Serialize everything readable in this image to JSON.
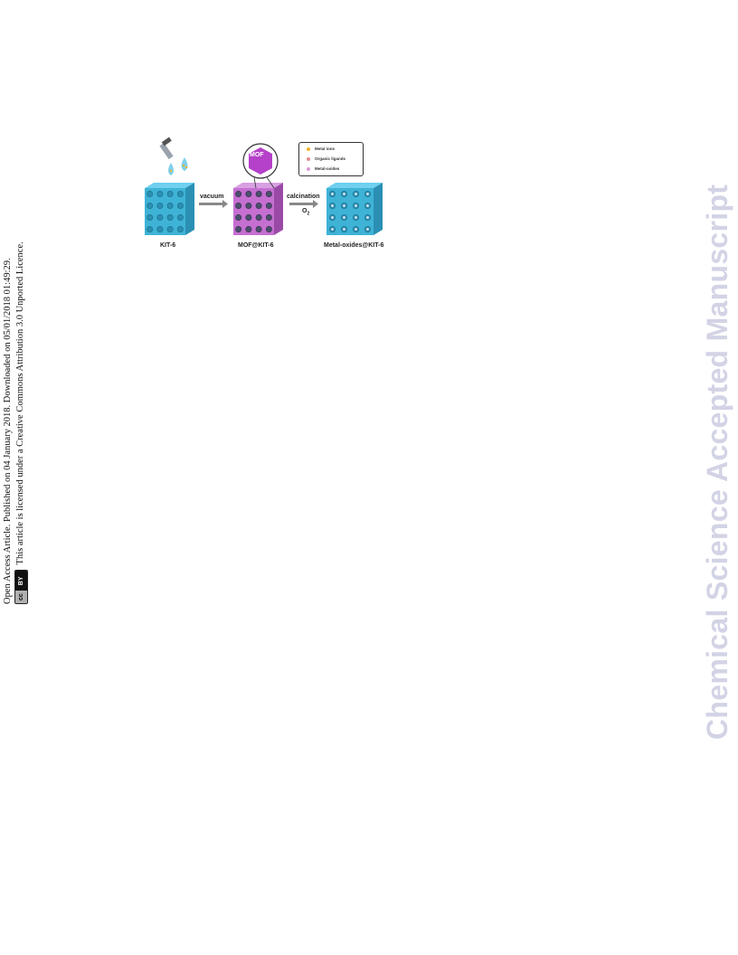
{
  "side_notice": {
    "line1": "Open Access Article. Published on 04 January 2018. Downloaded on 05/01/2018 01:49:29.",
    "line2": "This article is licensed under a Creative Commons Attribution 3.0 Unported Licence.",
    "badge": {
      "left": "cc",
      "right": "BY"
    }
  },
  "watermark": "Chemical Science Accepted Manuscript",
  "figure": {
    "labels": {
      "kit6": "KIT-6",
      "mof_kit6": "MOF@KIT-6",
      "metal_oxides_kit6": "Metal-oxides@KIT-6",
      "vacuum": "vacuum",
      "calcination": "calcination",
      "o2": "O",
      "o2_sub": "2",
      "mof_badge": "MOF"
    },
    "legend": [
      {
        "label": "Metal ions",
        "color": "#f0b429"
      },
      {
        "label": "Organic ligands",
        "color": "#e58a8a"
      },
      {
        "label": "Metal-oxides",
        "color": "#d99ad9"
      }
    ],
    "colors": {
      "cube_blue": "#3fb3d6",
      "cube_blue_dark": "#2a8fb3",
      "cube_purple": "#c56fd1",
      "mof_hex": "#b540c9"
    }
  }
}
